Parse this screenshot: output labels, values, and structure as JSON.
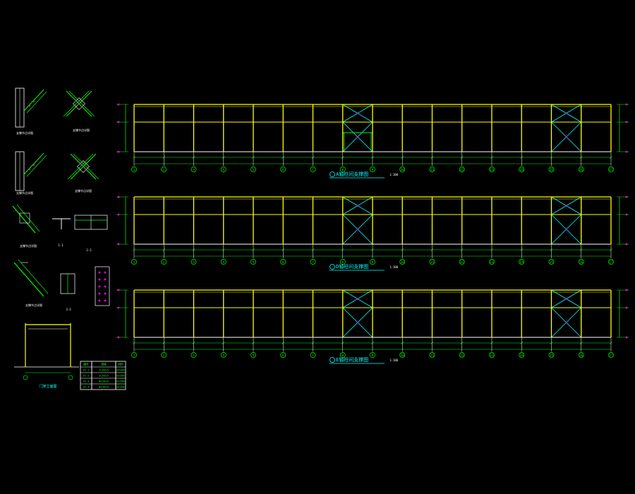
{
  "colors": {
    "background": "#000000",
    "column": "#ffff00",
    "beam": "#ffff00",
    "brace": "#00ffff",
    "grid": "#ffffff",
    "dim": "#00ff00",
    "title": "#00ffff",
    "marker": "#ff00ff"
  },
  "elevations": [
    {
      "title": "A轴柱间支撑图",
      "scale": "1:100",
      "bays": 16,
      "braced_bays": [
        7,
        14
      ],
      "door_bay": 7,
      "axis_labels": [
        "1",
        "2",
        "3",
        "4",
        "5",
        "6",
        "7",
        "8",
        "9",
        "10",
        "11",
        "12",
        "13",
        "14",
        "15",
        "16",
        "17"
      ]
    },
    {
      "title": "D轴柱间支撑图",
      "scale": "1:100",
      "bays": 16,
      "braced_bays": [
        7,
        14
      ],
      "door_bay": null,
      "axis_labels": [
        "1",
        "2",
        "3",
        "4",
        "5",
        "6",
        "7",
        "8",
        "9",
        "10",
        "11",
        "12",
        "13",
        "14",
        "15",
        "16",
        "17"
      ]
    },
    {
      "title": "E轴柱间支撑图",
      "scale": "1:100",
      "bays": 16,
      "braced_bays": [
        7,
        14
      ],
      "door_bay": null,
      "axis_labels": [
        "1",
        "2",
        "3",
        "4",
        "5",
        "6",
        "7",
        "8",
        "9",
        "10",
        "11",
        "12",
        "13",
        "14",
        "15",
        "16",
        "17"
      ]
    }
  ],
  "details": {
    "labels": [
      "支撑节点详图",
      "支撑节点详图",
      "支撑节点详图",
      "支撑节点详图",
      "支撑节点详图",
      "1-1",
      "2-2",
      "支撑节点详图",
      "3-3",
      "门架立面图"
    ]
  },
  "table": {
    "rows": [
      [
        "编号",
        "规格",
        "材料"
      ],
      [
        "ZC-1",
        "2L63x5",
        "Q235B"
      ],
      [
        "ZC-2",
        "2L63x5",
        "Q235B"
      ],
      [
        "ZC-3",
        "Φ159x6",
        "Q235B"
      ],
      [
        "ZC-4",
        "Φ159x6",
        "Q235B"
      ]
    ]
  }
}
